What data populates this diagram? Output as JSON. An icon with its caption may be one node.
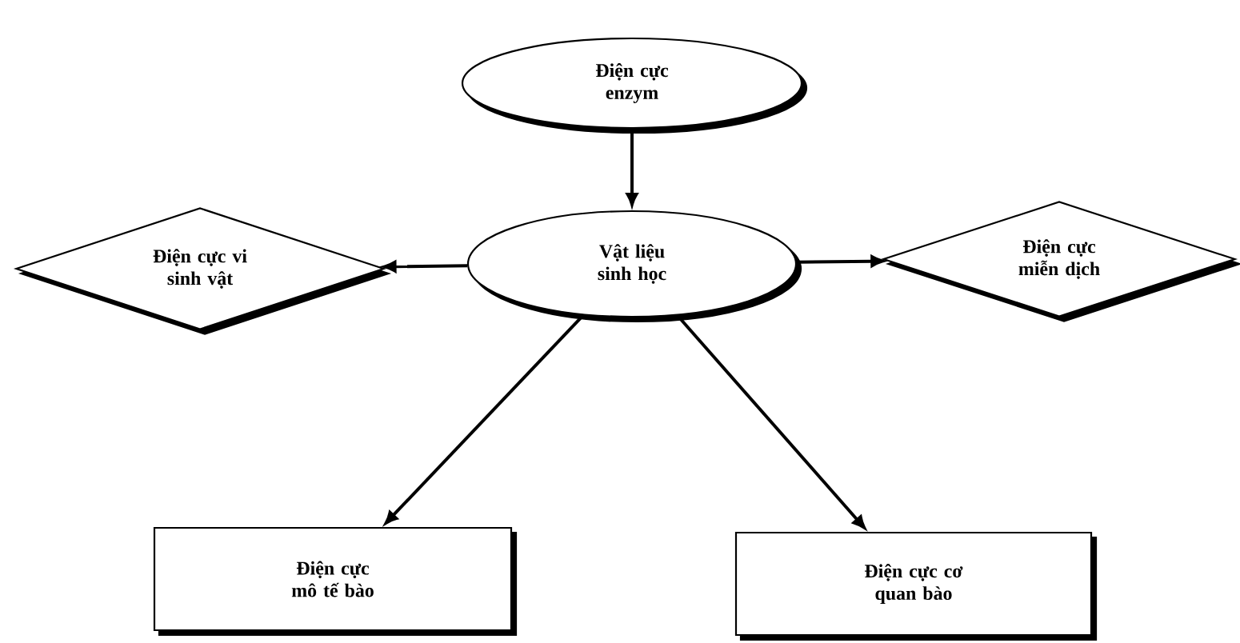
{
  "diagram": {
    "nodes": [
      {
        "text": [
          "Điện cực enzym"
        ]
      },
      {
        "text": [
          "Vật liệu sinh học"
        ]
      },
      {
        "text": [
          "Điện cực vi sinh vật"
        ]
      },
      {
        "text": [
          "Điện cực miễn dịch"
        ]
      },
      {
        "text": [
          "Điện cực mô tế bào"
        ]
      },
      {
        "text": [
          "Điện cực cơ quan bào"
        ]
      }
    ],
    "edges": [
      {
        "from": 0,
        "to": 1,
        "arrow": "to"
      },
      {
        "from": 1,
        "to": 2,
        "arrow": "to"
      },
      {
        "from": 1,
        "to": 3,
        "arrow": "to"
      },
      {
        "from": 1,
        "to": 4,
        "arrow": "to"
      },
      {
        "from": 1,
        "to": 5,
        "arrow": "to"
      }
    ]
  }
}
